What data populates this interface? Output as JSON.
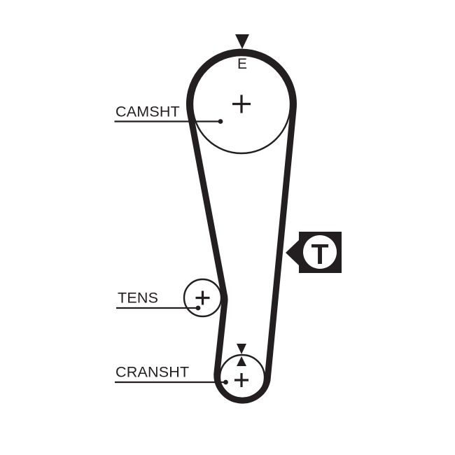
{
  "diagram_title": "timing-belt-routing-diagram",
  "colors": {
    "ink": "#231f20",
    "background": "#ffffff"
  },
  "labels": {
    "camshaft": "CAMSHT",
    "tensioner": "TENS",
    "crankshaft": "CRANSHT"
  },
  "marks": {
    "camshaft_timing": "E",
    "tension_symbol": "T"
  }
}
